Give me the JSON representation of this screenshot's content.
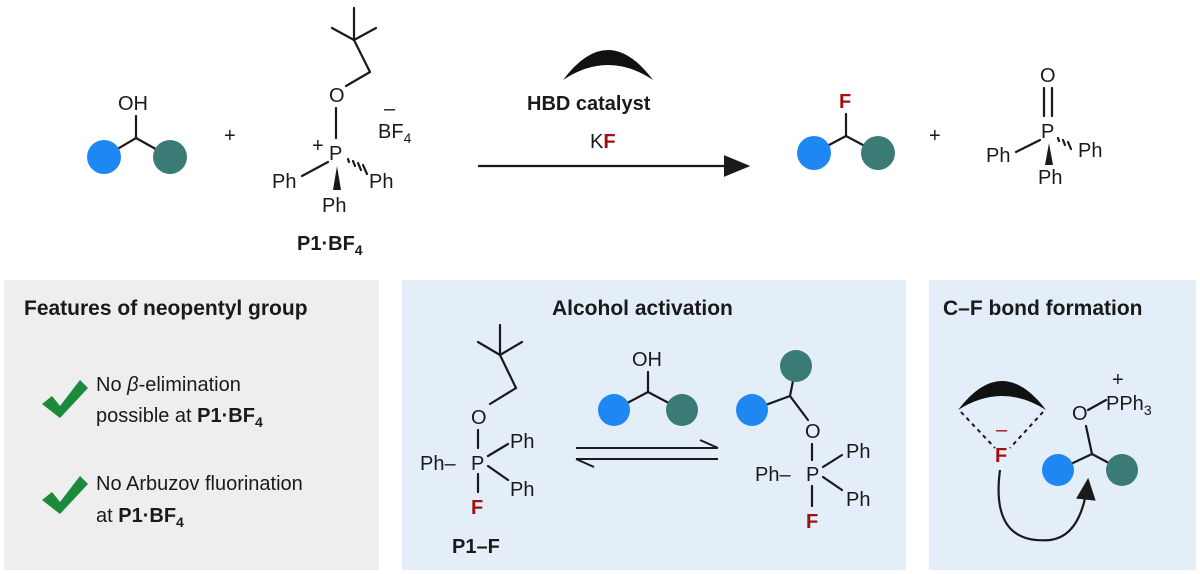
{
  "colors": {
    "blue_group": "#1f87f2",
    "teal_group": "#3a7b76",
    "fluorine": "#a01010",
    "panel_gray": "#eeeeee",
    "panel_blue": "#e3eef9",
    "check_green": "#1c8a3b"
  },
  "scheme": {
    "alcohol": {
      "oh": "OH"
    },
    "plus": "+",
    "reagent": {
      "o": "O",
      "p": "P",
      "charge_plus": "+",
      "ph_left": "Ph",
      "ph_right": "Ph",
      "ph_bottom": "Ph",
      "counterion_charge": "–",
      "counterion": "BF",
      "counterion_sub": "4",
      "name": "P1·BF",
      "name_sub": "4"
    },
    "catalyst": {
      "label": "HBD catalyst",
      "reagent_k": "K",
      "reagent_f": "F"
    },
    "product": {
      "f": "F"
    },
    "byproduct": {
      "o": "O",
      "p": "P",
      "ph_left": "Ph",
      "ph_right": "Ph",
      "ph_bottom": "Ph"
    }
  },
  "panels": {
    "features": {
      "title": "Features of neopentyl group",
      "item1_a": "No ",
      "item1_beta": "β",
      "item1_b": "-elimination",
      "item1_line2": "possible at ",
      "item1_bold": "P1·BF",
      "item1_sub": "4",
      "item2_line1": "No Arbuzov fluorination",
      "item2_line2": "at ",
      "item2_bold": "P1·BF",
      "item2_sub": "4"
    },
    "activation": {
      "title": "Alcohol activation",
      "oh": "OH",
      "o": "O",
      "p": "P",
      "ph_dash": "Ph–",
      "ph_right_top": "Ph",
      "ph_right_bottom": "Ph",
      "f": "F",
      "name": "P1–F",
      "o2": "O",
      "p2": "P",
      "ph_dash2": "Ph–",
      "ph2_top": "Ph",
      "ph2_bottom": "Ph",
      "f2": "F"
    },
    "cf_formation": {
      "title": "C–F bond formation",
      "f_charge": "–",
      "f": "F",
      "o": "O",
      "p_charge": "+",
      "pph": "PPh",
      "pph_sub": "3"
    }
  }
}
